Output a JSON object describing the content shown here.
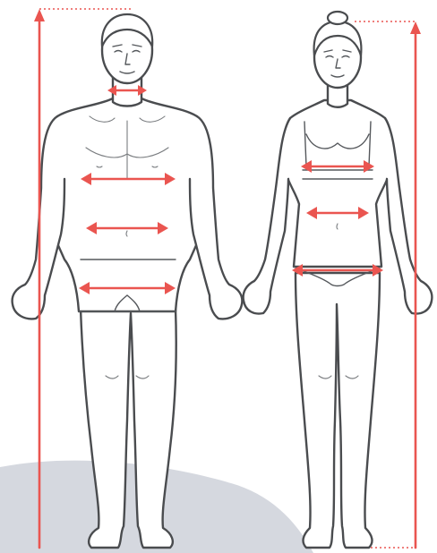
{
  "figure": {
    "subjects": [
      "male-figure",
      "female-figure"
    ],
    "measurement_points": {
      "male": [
        "height",
        "neck",
        "chest",
        "waist",
        "hips"
      ],
      "female": [
        "height",
        "bust",
        "waist",
        "hips"
      ]
    }
  },
  "colors": {
    "background": "#ffffff",
    "outline": "#4a4c4f",
    "measurement": "#ea5550",
    "backdrop": "#d5d8df"
  }
}
